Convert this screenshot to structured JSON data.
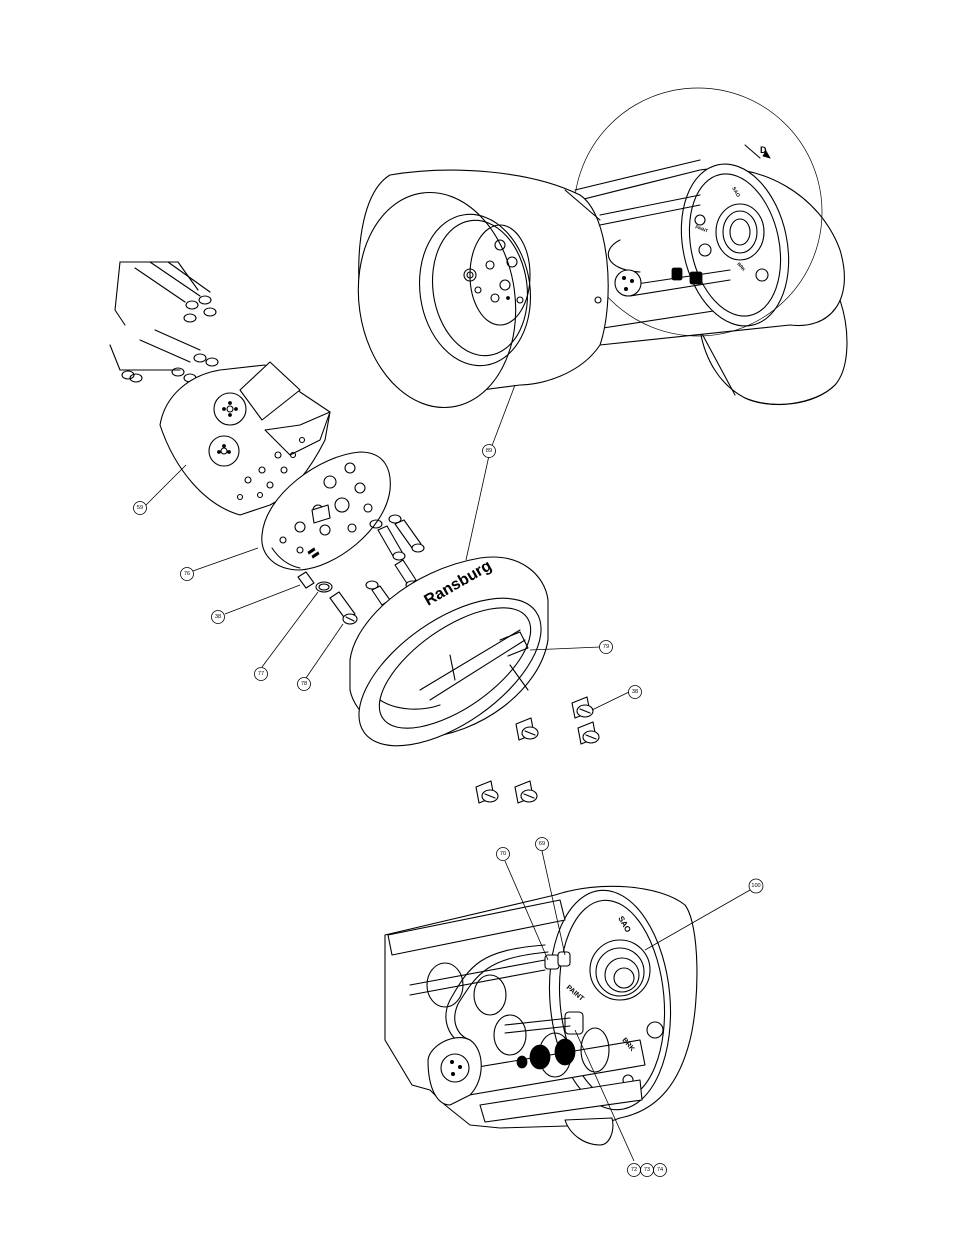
{
  "view_marker": "D",
  "brand_text": "Ransburg",
  "labels": {
    "sao": "SAO",
    "paint": "PAINT",
    "brk": "BRK"
  },
  "callouts": [
    {
      "id": "c59",
      "text": "59"
    },
    {
      "id": "c76",
      "text": "76"
    },
    {
      "id": "c38a",
      "text": "38"
    },
    {
      "id": "c77",
      "text": "77"
    },
    {
      "id": "c78",
      "text": "78"
    },
    {
      "id": "c89",
      "text": "89"
    },
    {
      "id": "c79",
      "text": "79"
    },
    {
      "id": "c38b",
      "text": "38"
    },
    {
      "id": "c70",
      "text": "70"
    },
    {
      "id": "c69",
      "text": "69"
    },
    {
      "id": "c100",
      "text": "100"
    },
    {
      "id": "c72",
      "text": "72"
    },
    {
      "id": "c73",
      "text": "73"
    },
    {
      "id": "c74",
      "text": "74"
    }
  ]
}
